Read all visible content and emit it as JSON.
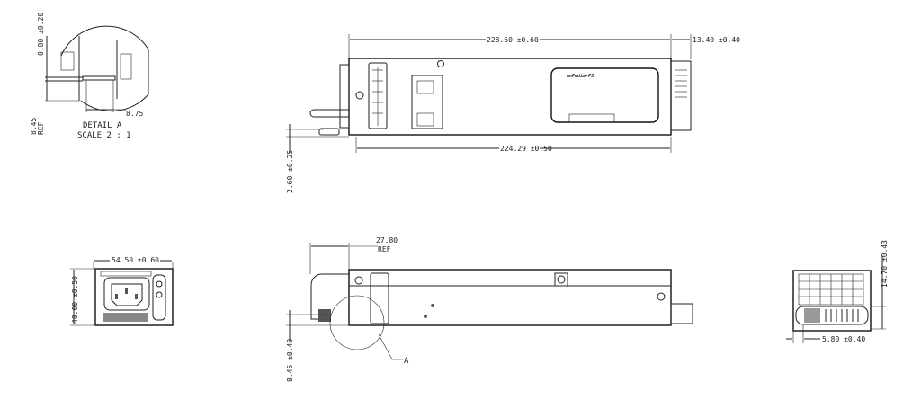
{
  "detail_a": {
    "title": "DETAIL A",
    "scale": "SCALE 2 : 1",
    "dim_width": "8.75",
    "dim_thickness": "0.80 ±0.20",
    "dim_ref": "8.45",
    "dim_ref_suffix": "REF"
  },
  "top_view": {
    "dim_length": "228.60 ±0.60",
    "dim_connector": "13.40 ±0.40",
    "dim_body": "224.29 ±0.50",
    "dim_offset": "2.60 ±0.25",
    "label_logo": "mnPedia-PS"
  },
  "side_view": {
    "dim_handle": "27.80",
    "dim_handle_suffix": "REF",
    "dim_height": "8.45 ±0.40",
    "detail_callout": "A"
  },
  "front_view": {
    "dim_width": "54.50 ±0.60",
    "dim_height": "40.00 ±0.50"
  },
  "rear_view": {
    "dim_height": "14.70 ±0.43",
    "dim_offset": "5.80 ±0.40"
  }
}
